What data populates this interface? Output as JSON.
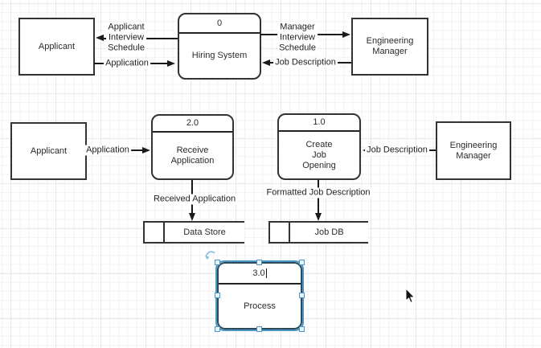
{
  "diagram": {
    "entities": {
      "applicant_top": {
        "label": "Applicant"
      },
      "eng_manager_top": {
        "label": "Engineering\nManager"
      },
      "applicant_mid": {
        "label": "Applicant"
      },
      "eng_manager_mid": {
        "label": "Engineering\nManager"
      }
    },
    "processes": {
      "hiring": {
        "number": "0",
        "label": "Hiring System"
      },
      "receive": {
        "number": "2.0",
        "label": "Receive\nApplication"
      },
      "create": {
        "number": "1.0",
        "label": "Create\nJob\nOpening"
      },
      "process3": {
        "number": "3.0",
        "label": "Process",
        "selected": true,
        "editing": true
      }
    },
    "stores": {
      "data_store": {
        "label": "Data Store"
      },
      "job_db": {
        "label": "Job DB"
      }
    },
    "flows": {
      "applicant_interview_schedule": {
        "label": "Applicant\nInterview\nSchedule"
      },
      "application_top": {
        "label": "Application"
      },
      "manager_interview_schedule": {
        "label": "Manager\nInterview\nSchedule"
      },
      "job_description_top": {
        "label": "Job Description"
      },
      "application_mid": {
        "label": "Application"
      },
      "job_description_mid": {
        "label": "Job Description"
      },
      "received_application": {
        "label": "Received Application"
      },
      "formatted_job_description": {
        "label": "Formatted Job Description"
      }
    },
    "colors": {
      "shape_border": "#333333",
      "edge_line": "#1a1a1a",
      "selection_accent": "#4a96c4",
      "handle_fill": "#e8f4fb"
    }
  }
}
